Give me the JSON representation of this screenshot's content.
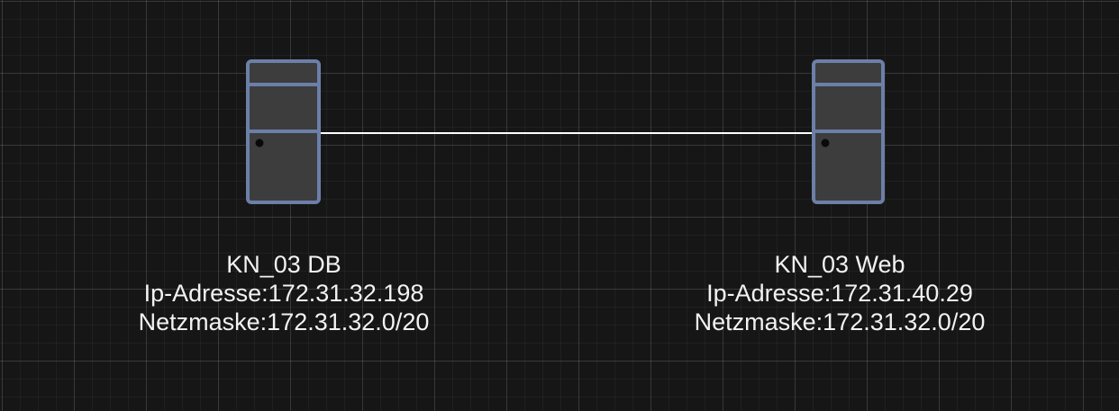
{
  "colors": {
    "background": "#161616",
    "server_fill": "#3d3d3d",
    "server_outline": "#6c7fa9",
    "connector": "#ffffff",
    "label_text": "#f2f2f2"
  },
  "nodes": [
    {
      "icon": "server-tower-icon",
      "name": "KN_03 DB",
      "ip": "Ip-Adresse:172.31.32.198",
      "netmask": "Netzmaske:172.31.32.0/20"
    },
    {
      "icon": "server-tower-icon",
      "name": "KN_03 Web",
      "ip": "Ip-Adresse:172.31.40.29",
      "netmask": "Netzmaske:172.31.32.0/20"
    }
  ],
  "connection": {
    "from": "KN_03 DB",
    "to": "KN_03 Web"
  }
}
